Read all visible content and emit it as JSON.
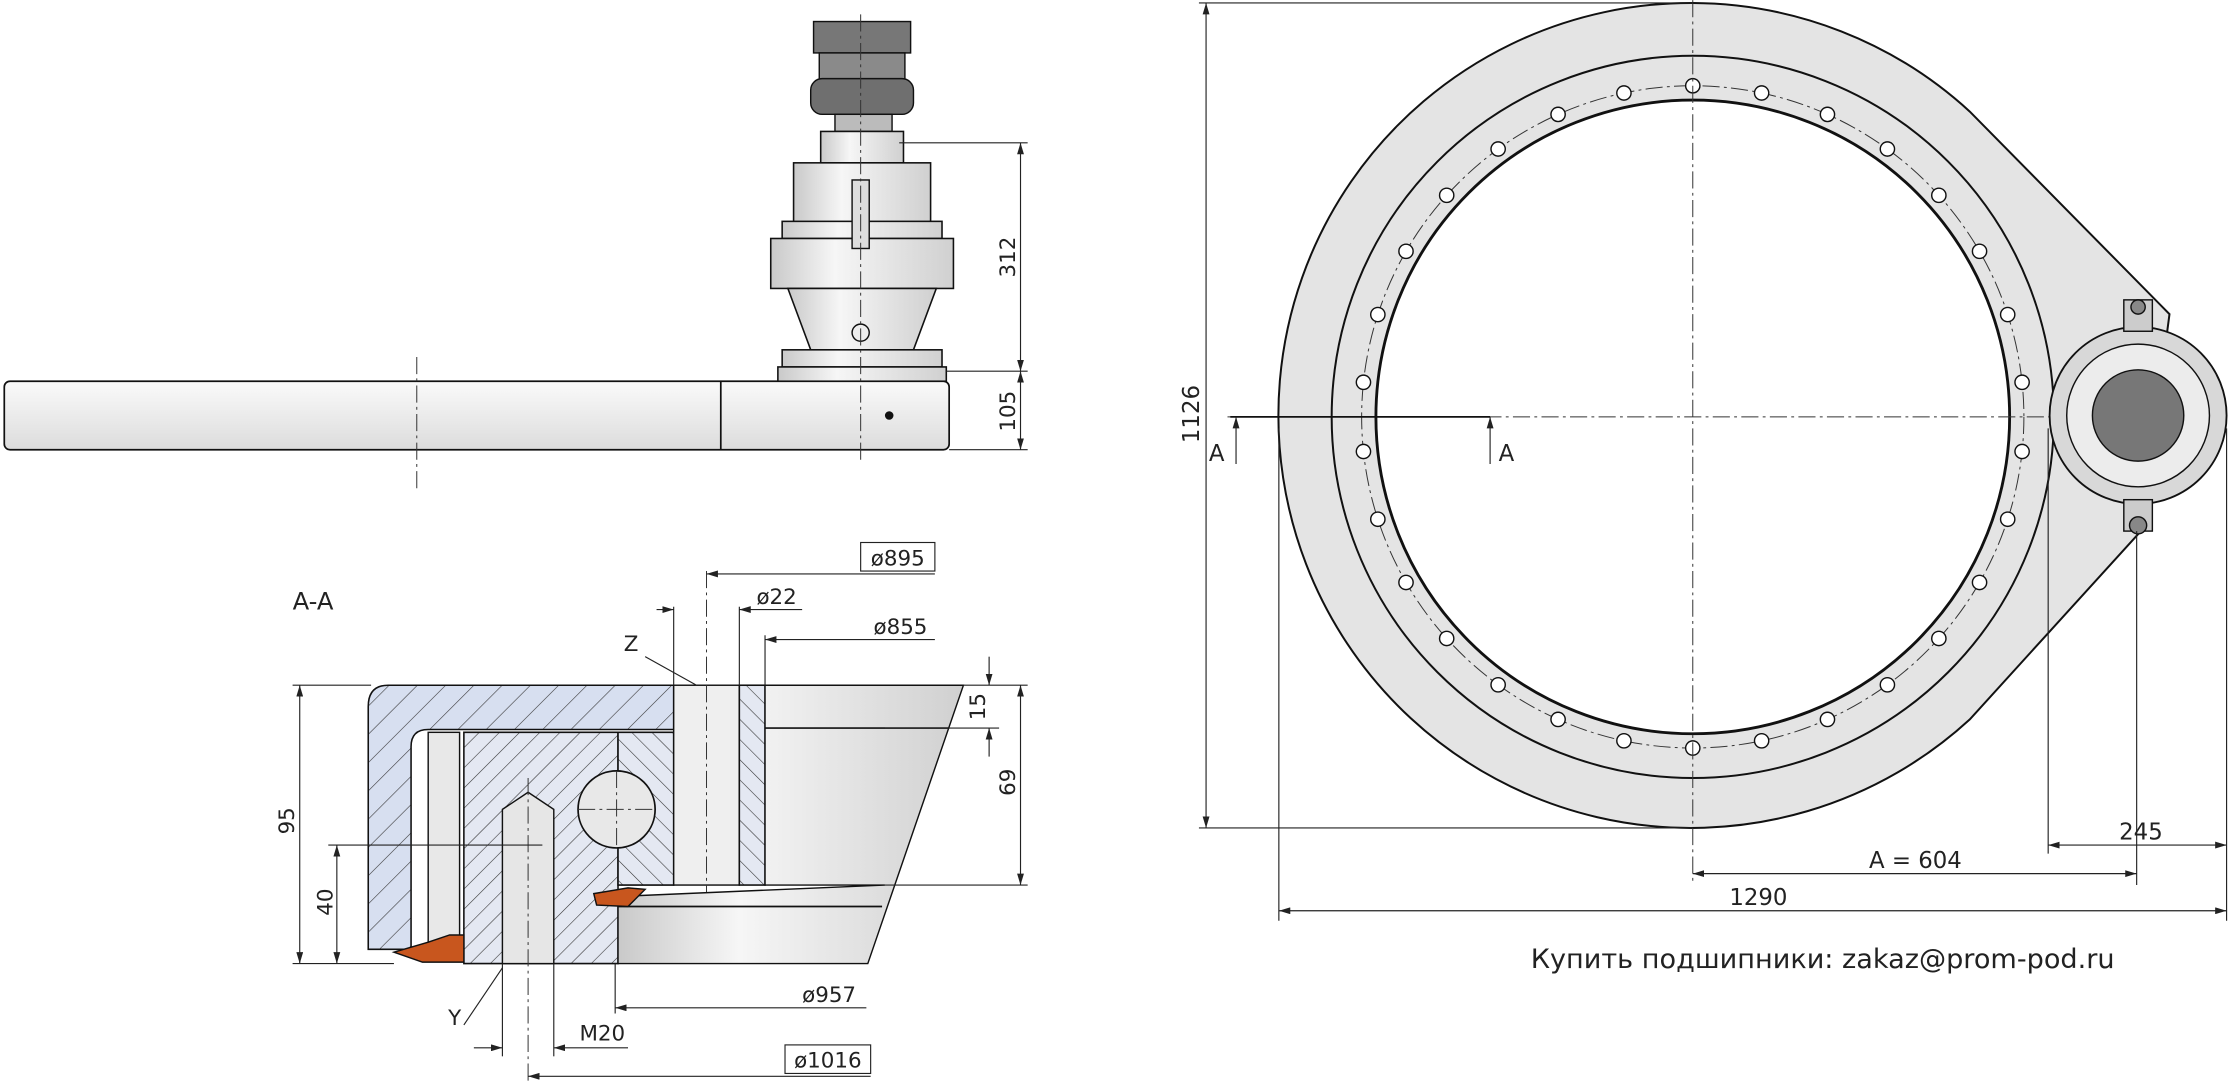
{
  "side_view": {
    "dims": {
      "motor_height": "312",
      "plate_height": "105"
    }
  },
  "section": {
    "title": "A-A",
    "labels": {
      "d895": "ø895",
      "d22": "ø22",
      "d855": "ø855",
      "z": "Z",
      "h15": "15",
      "h69": "69",
      "h95": "95",
      "h40": "40",
      "d957": "ø957",
      "y": "Y",
      "m20": "M20",
      "d1016": "ø1016"
    }
  },
  "top_view": {
    "dims": {
      "height": "1126",
      "width": "1290",
      "a": "A = 604",
      "offset": "245"
    },
    "section_marks": {
      "left": "A",
      "right": "A"
    }
  },
  "footer": {
    "contact": "Купить подшипники: zakaz@prom-pod.ru"
  }
}
